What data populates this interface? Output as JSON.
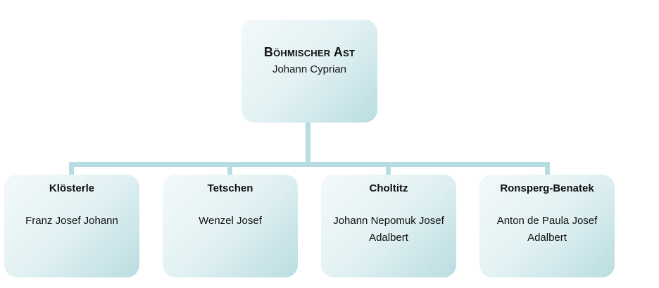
{
  "root": {
    "title": "Böhmischer Ast",
    "person": "Johann Cyprian"
  },
  "branches": [
    {
      "title": "Klösterle",
      "person": "Franz Josef Johann"
    },
    {
      "title": "Tetschen",
      "person": "Wenzel Josef"
    },
    {
      "title": "Choltitz",
      "person": "Johann Nepomuk Josef Adalbert"
    },
    {
      "title": "Ronsperg-Benatek",
      "person": "Anton de Paula Josef Adalbert"
    }
  ],
  "colors": {
    "connector": "#b7dde2",
    "node_light": "#f3f9fa",
    "node_dark": "#b9dde1"
  }
}
